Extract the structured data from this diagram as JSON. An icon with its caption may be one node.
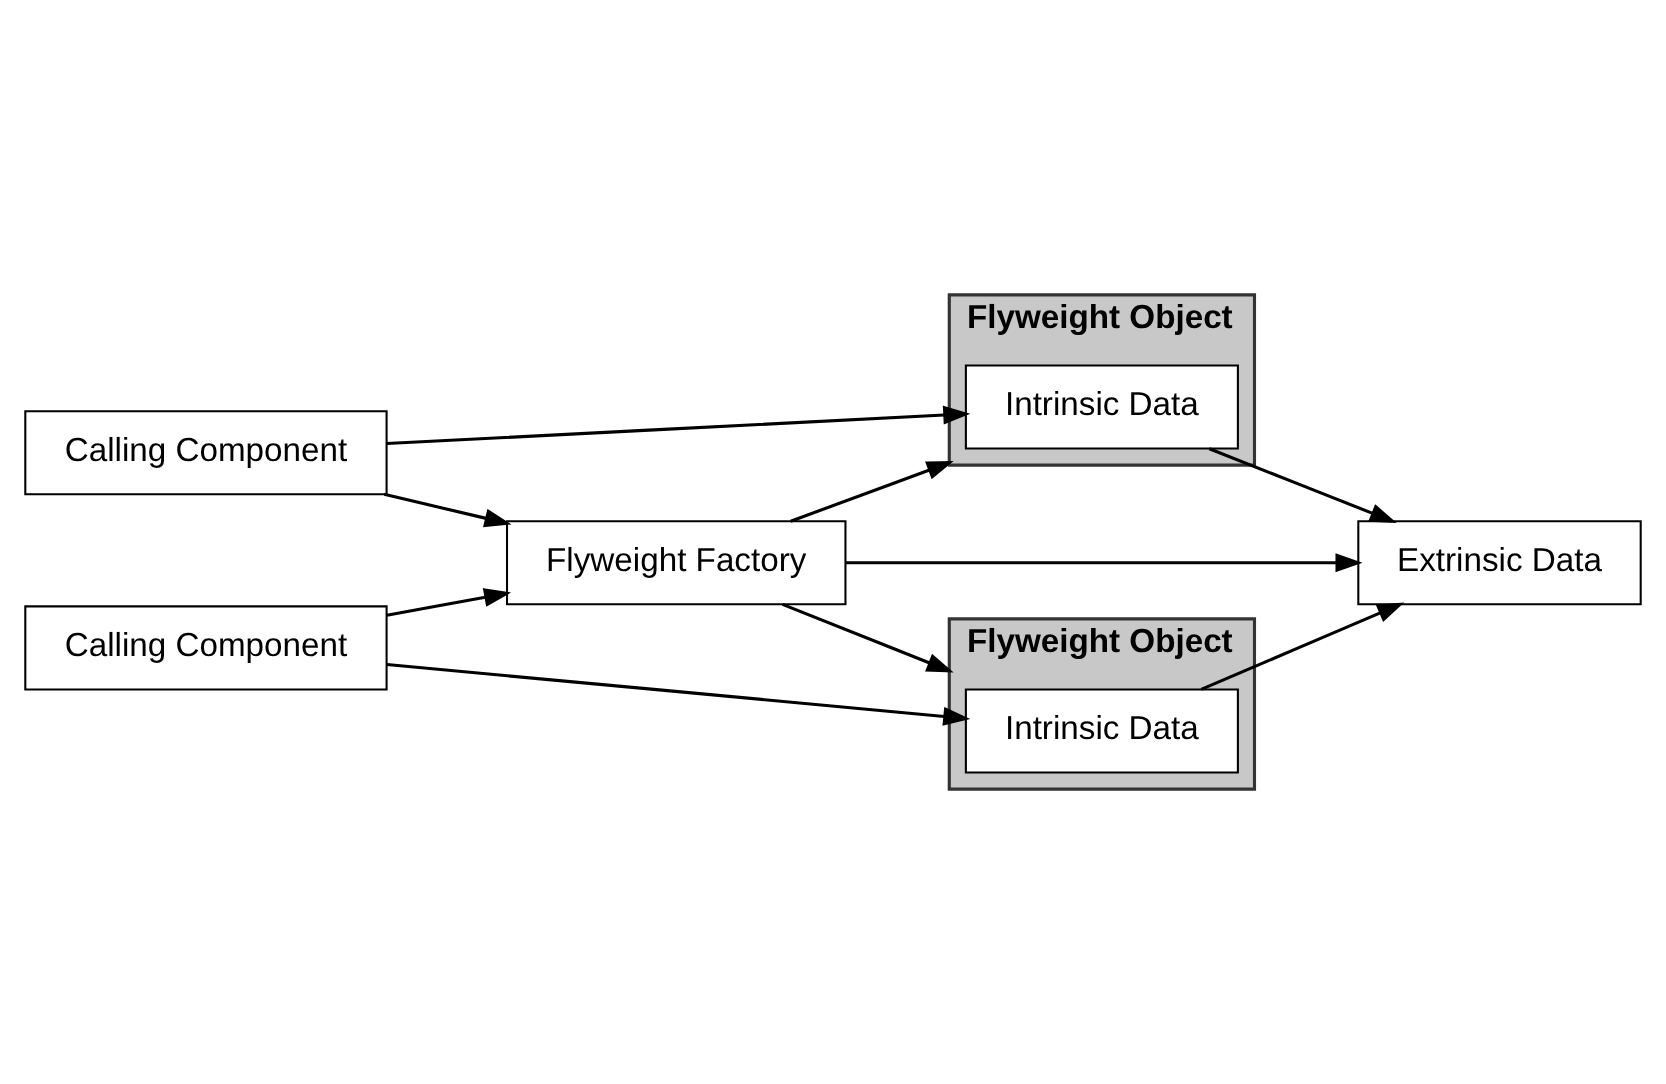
{
  "diagram": {
    "nodes": [
      {
        "text": [
          "Calling Component"
        ]
      },
      {
        "text": [
          "Flyweight Object"
        ]
      },
      {
        "text": [
          "Intrinsic Data"
        ],
        "in": 1
      },
      {
        "text": [
          "Flyweight Factory"
        ]
      },
      {
        "text": [
          "Extrinsic Data"
        ]
      },
      {
        "text": [
          "Flyweight Object"
        ]
      },
      {
        "text": [
          "Intrinsic Data"
        ],
        "in": 5
      },
      {
        "text": [
          "Calling Component"
        ]
      }
    ],
    "edges": [
      {
        "from": 0,
        "to": 2,
        "arrow": "to"
      },
      {
        "from": 0,
        "to": 3,
        "arrow": "to"
      },
      {
        "from": 2,
        "to": 4,
        "arrow": "to"
      },
      {
        "from": 3,
        "to": 1,
        "arrow": "to"
      },
      {
        "from": 3,
        "to": 4,
        "arrow": "to"
      },
      {
        "from": 7,
        "to": 3,
        "arrow": "to"
      },
      {
        "from": 3,
        "to": 5,
        "arrow": "to"
      },
      {
        "from": 7,
        "to": 6,
        "arrow": "to"
      },
      {
        "from": 6,
        "to": 4,
        "arrow": "to"
      }
    ]
  }
}
